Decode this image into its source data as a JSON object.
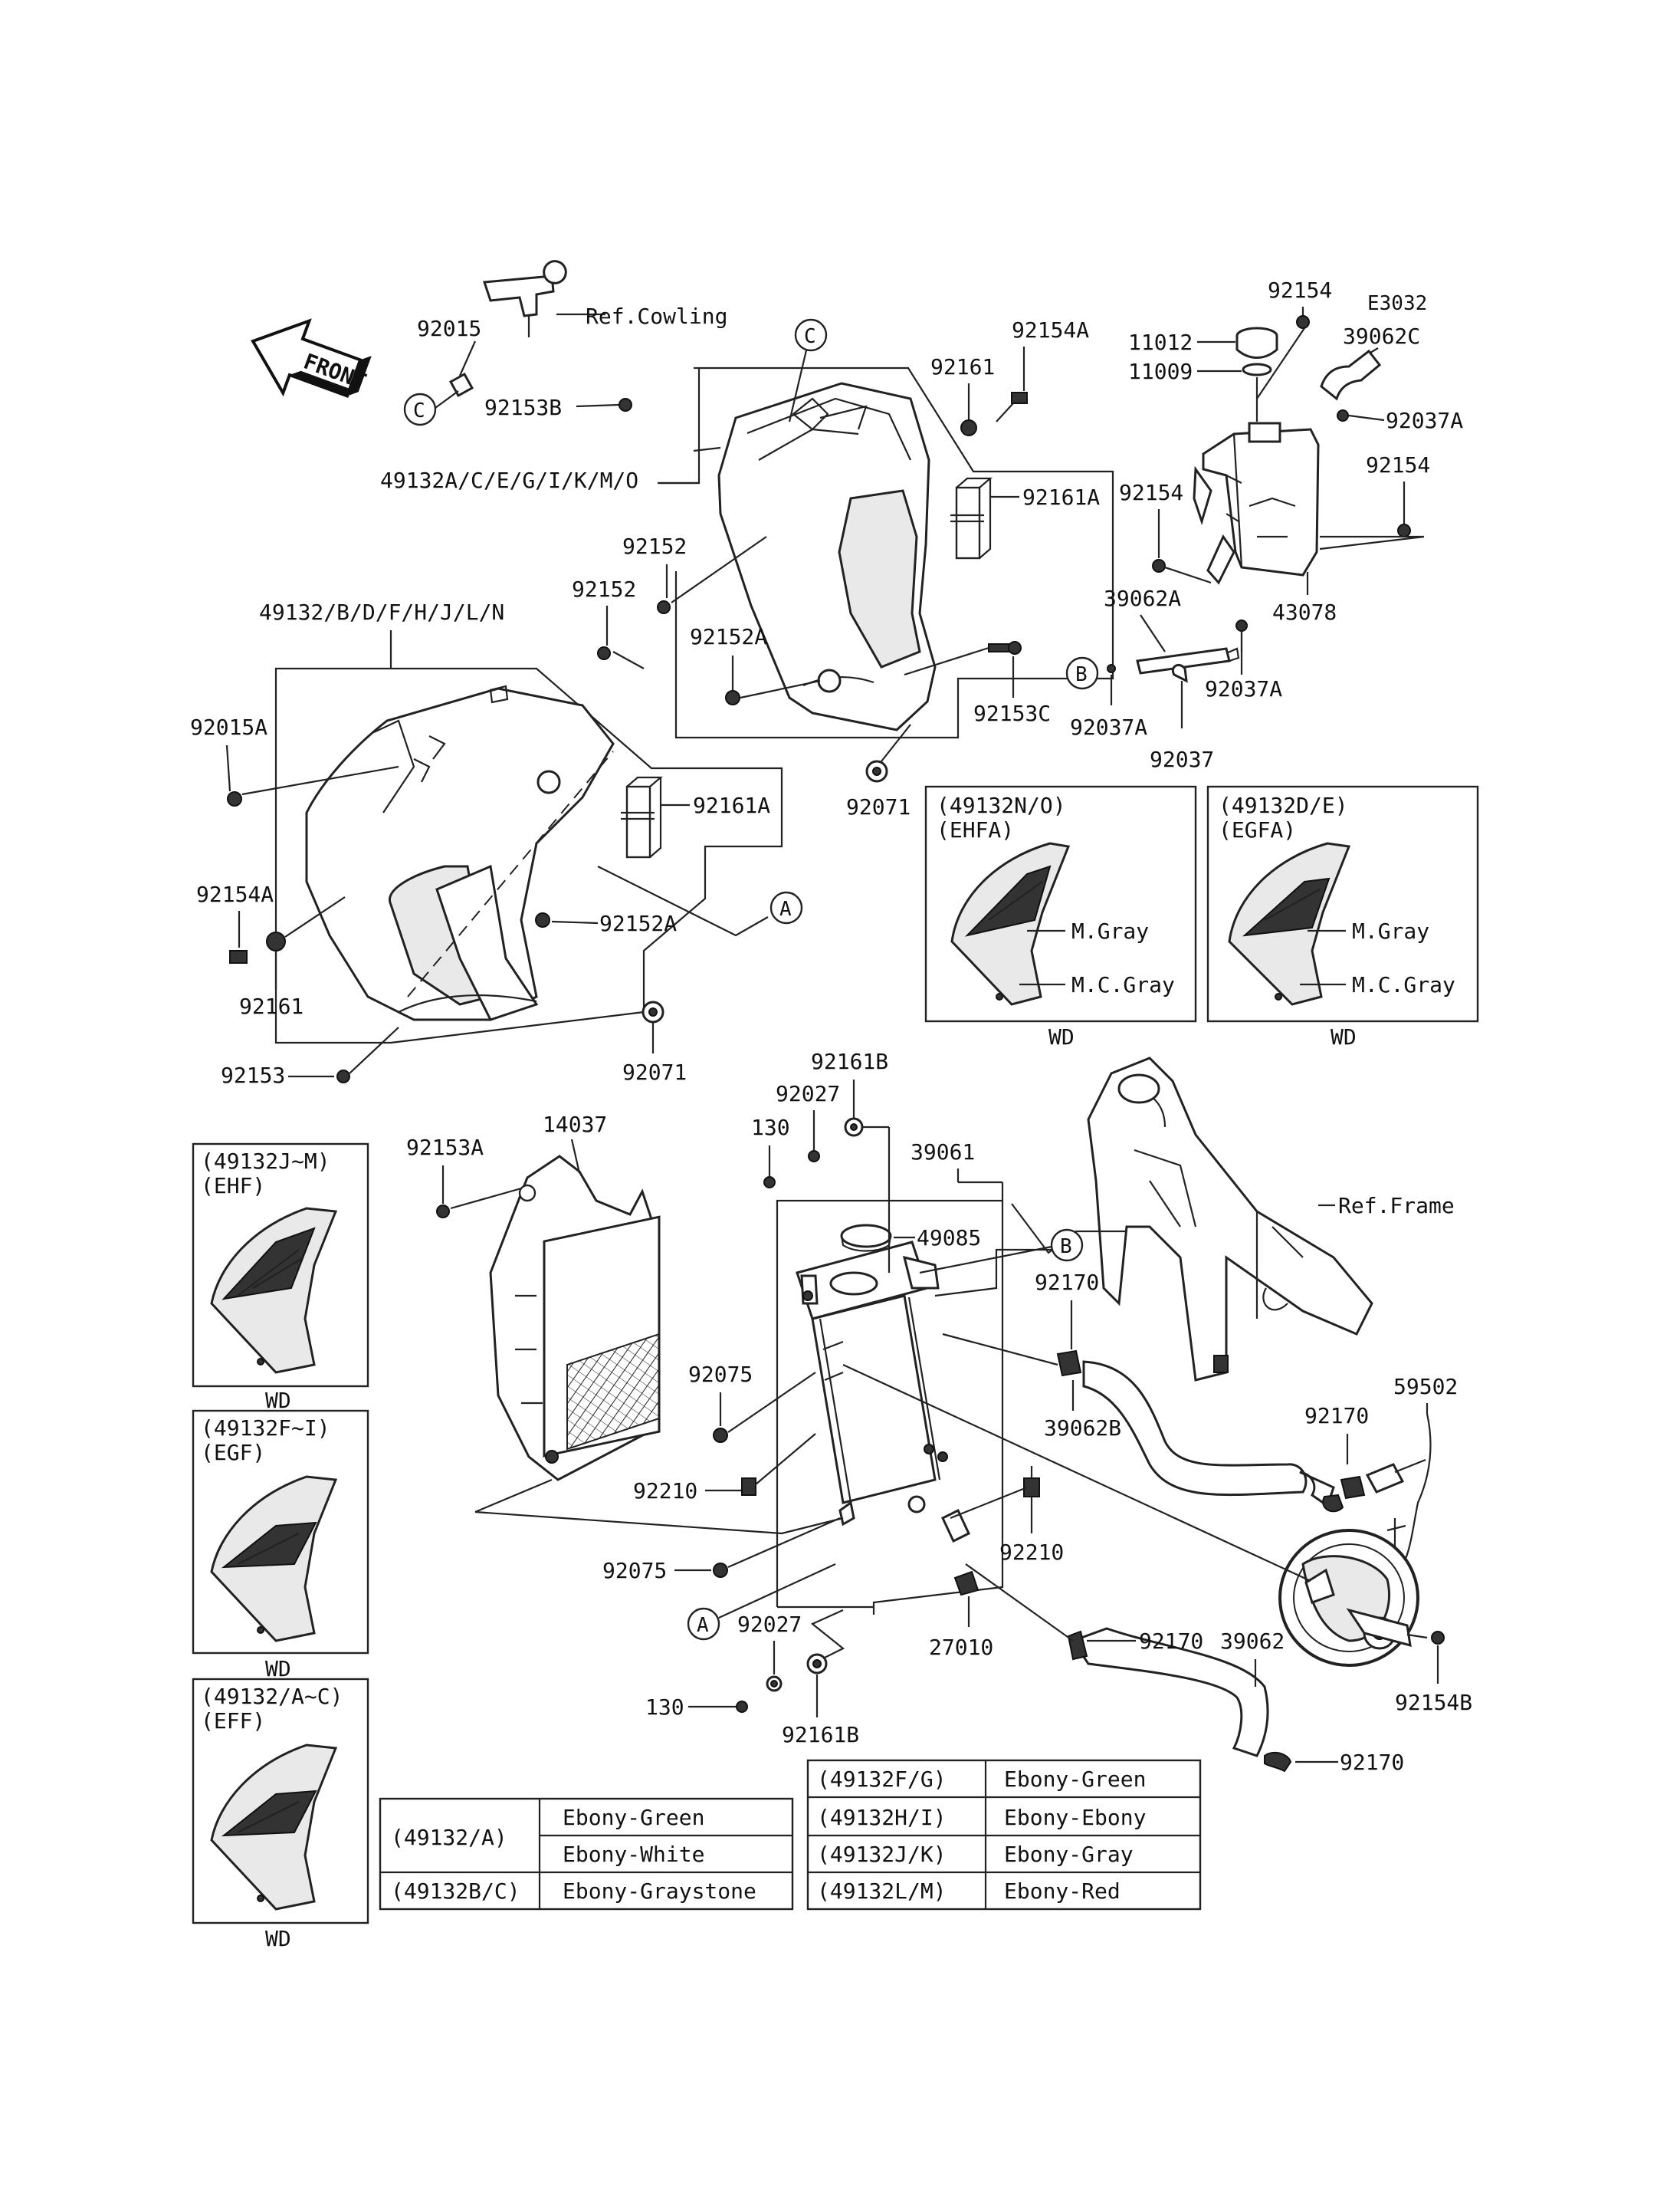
{
  "header": {
    "code": "E3032"
  },
  "front_label": "FRONT",
  "refs": {
    "cowling": "Ref.Cowling",
    "frame": "Ref.Frame"
  },
  "circles": {
    "a": "A",
    "b": "B",
    "c": "C"
  },
  "labels": {
    "p92015": "92015",
    "p92153B": "92153B",
    "p49132A": "49132A/C/E/G/I/K/M/O",
    "p49132B": "49132/B/D/F/H/J/L/N",
    "p92152_1": "92152",
    "p92152_2": "92152",
    "p92152A_1": "92152A",
    "p92152A_2": "92152A",
    "p92161_1": "92161",
    "p92161_2": "92161",
    "p92154A_1": "92154A",
    "p92154A_2": "92154A",
    "p92161A_1": "92161A",
    "p92161A_2": "92161A",
    "p92153C": "92153C",
    "p92071_1": "92071",
    "p92071_2": "92071",
    "p92015A": "92015A",
    "p92153": "92153",
    "p92153A": "92153A",
    "p14037": "14037",
    "p92154_1": "92154",
    "p92154_2": "92154",
    "p92154_3": "92154",
    "p11012": "11012",
    "p11009": "11009",
    "p39062C": "39062C",
    "p92037A_1": "92037A",
    "p92037A_2": "92037A",
    "p92037A_3": "92037A",
    "p39062A": "39062A",
    "p43078": "43078",
    "p92037": "92037",
    "p92161B_1": "92161B",
    "p92161B_2": "92161B",
    "p92027_1": "92027",
    "p92027_2": "92027",
    "p130_1": "130",
    "p130_2": "130",
    "p39061": "39061",
    "p49085": "49085",
    "p92170_1": "92170",
    "p92170_2": "92170",
    "p92170_3": "92170",
    "p92170_4": "92170",
    "p39062B": "39062B",
    "p59502": "59502",
    "p92075_1": "92075",
    "p92075_2": "92075",
    "p92210_1": "92210",
    "p92210_2": "92210",
    "p27010": "27010",
    "p39062": "39062",
    "p92154B": "92154B"
  },
  "variant_boxes": [
    {
      "code": "(49132N/O)",
      "name": "(EHFA)",
      "colors": [
        "M.Gray",
        "M.C.Gray"
      ],
      "note": "WD"
    },
    {
      "code": "(49132D/E)",
      "name": "(EGFA)",
      "colors": [
        "M.Gray",
        "M.C.Gray"
      ],
      "note": "WD"
    },
    {
      "code": "(49132J~M)",
      "name": "(EHF)",
      "note": "WD"
    },
    {
      "code": "(49132F~I)",
      "name": "(EGF)",
      "note": "WD"
    },
    {
      "code": "(49132/A~C)",
      "name": "(EFF)",
      "note": "WD"
    }
  ],
  "color_table_left": [
    {
      "code": "(49132/A)",
      "color": "Ebony-Green"
    },
    {
      "code": "",
      "color": "Ebony-White"
    },
    {
      "code": "(49132B/C)",
      "color": "Ebony-Graystone"
    }
  ],
  "color_table_right": [
    {
      "code": "(49132F/G)",
      "color": "Ebony-Green"
    },
    {
      "code": "(49132H/I)",
      "color": "Ebony-Ebony"
    },
    {
      "code": "(49132J/K)",
      "color": "Ebony-Gray"
    },
    {
      "code": "(49132L/M)",
      "color": "Ebony-Red"
    }
  ]
}
